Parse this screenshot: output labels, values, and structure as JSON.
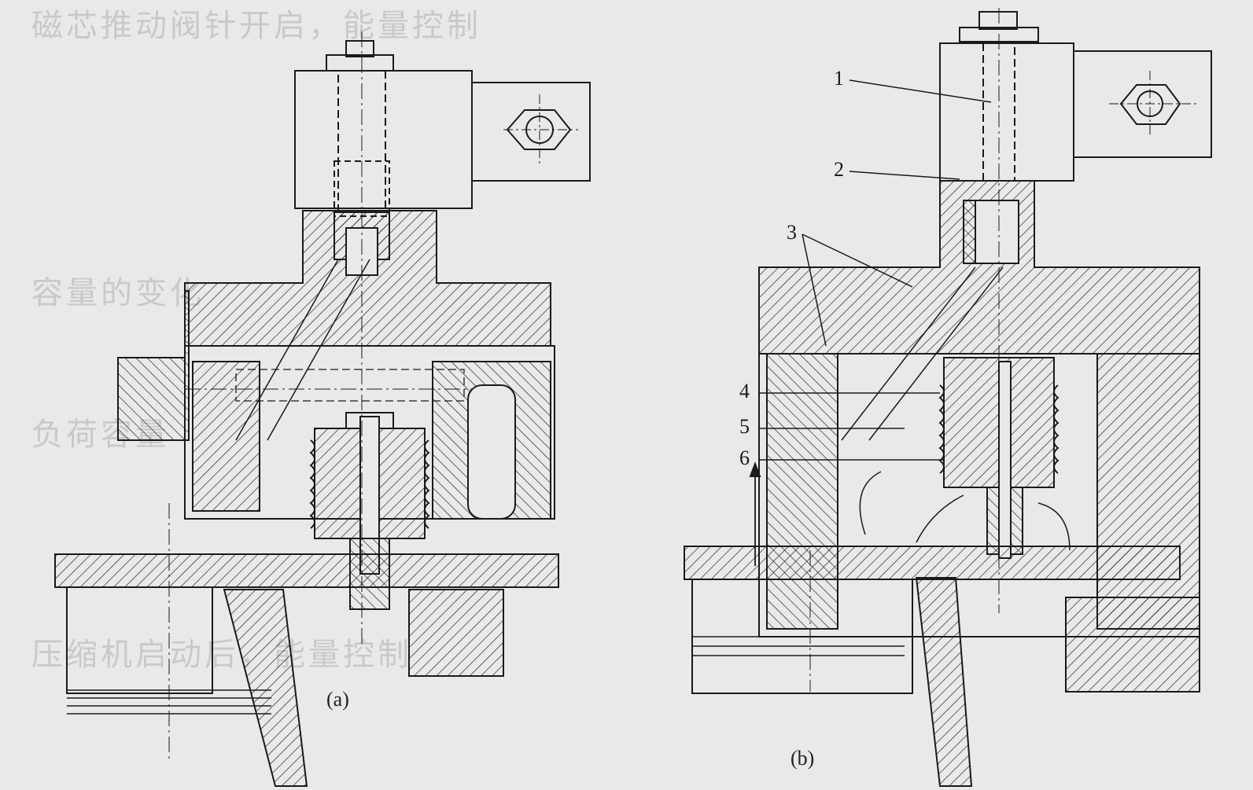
{
  "figure": {
    "captions": {
      "a": "(a)",
      "b": "(b)"
    },
    "part_labels": [
      "1",
      "2",
      "3",
      "4",
      "5",
      "6"
    ]
  },
  "background_text": {
    "lines": [
      "磁芯推动阀针开启，能量控制",
      "容量的变化",
      "负荷容量",
      "压缩机启动后，能量控制"
    ]
  },
  "colors": {
    "line": "#1a1a1a",
    "paper": "#e9e9e9"
  }
}
